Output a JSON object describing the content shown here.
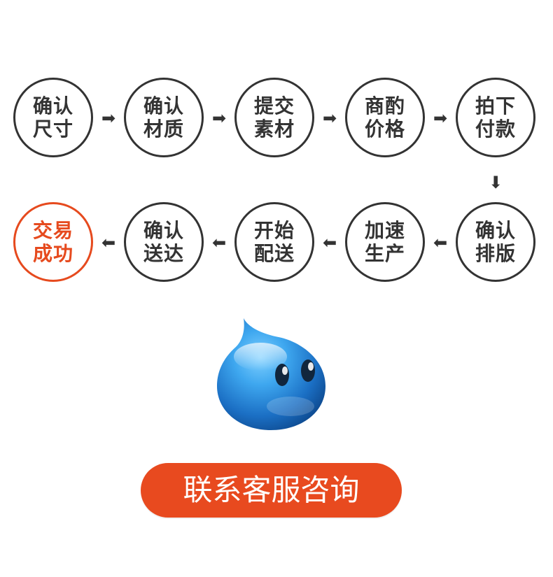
{
  "process_steps": [
    {
      "line1": "确认",
      "line2": "尺寸"
    },
    {
      "line1": "确认",
      "line2": "材质"
    },
    {
      "line1": "提交",
      "line2": "素材"
    },
    {
      "line1": "商酌",
      "line2": "价格"
    },
    {
      "line1": "拍下",
      "line2": "付款"
    },
    {
      "line1": "确认",
      "line2": "排版"
    },
    {
      "line1": "加速",
      "line2": "生产"
    },
    {
      "line1": "开始",
      "line2": "配送"
    },
    {
      "line1": "确认",
      "line2": "送达"
    },
    {
      "line1": "交易",
      "line2": "成功"
    }
  ],
  "button": {
    "label": "联系客服咨询"
  },
  "icons": {
    "arrow": "arrow-icon",
    "mascot": "qq-droplet-mascot-icon"
  },
  "colors": {
    "text": "#333333",
    "accent": "#e64a1e",
    "button": "#e84a1f",
    "mascot_blue": "#2a89d8"
  }
}
